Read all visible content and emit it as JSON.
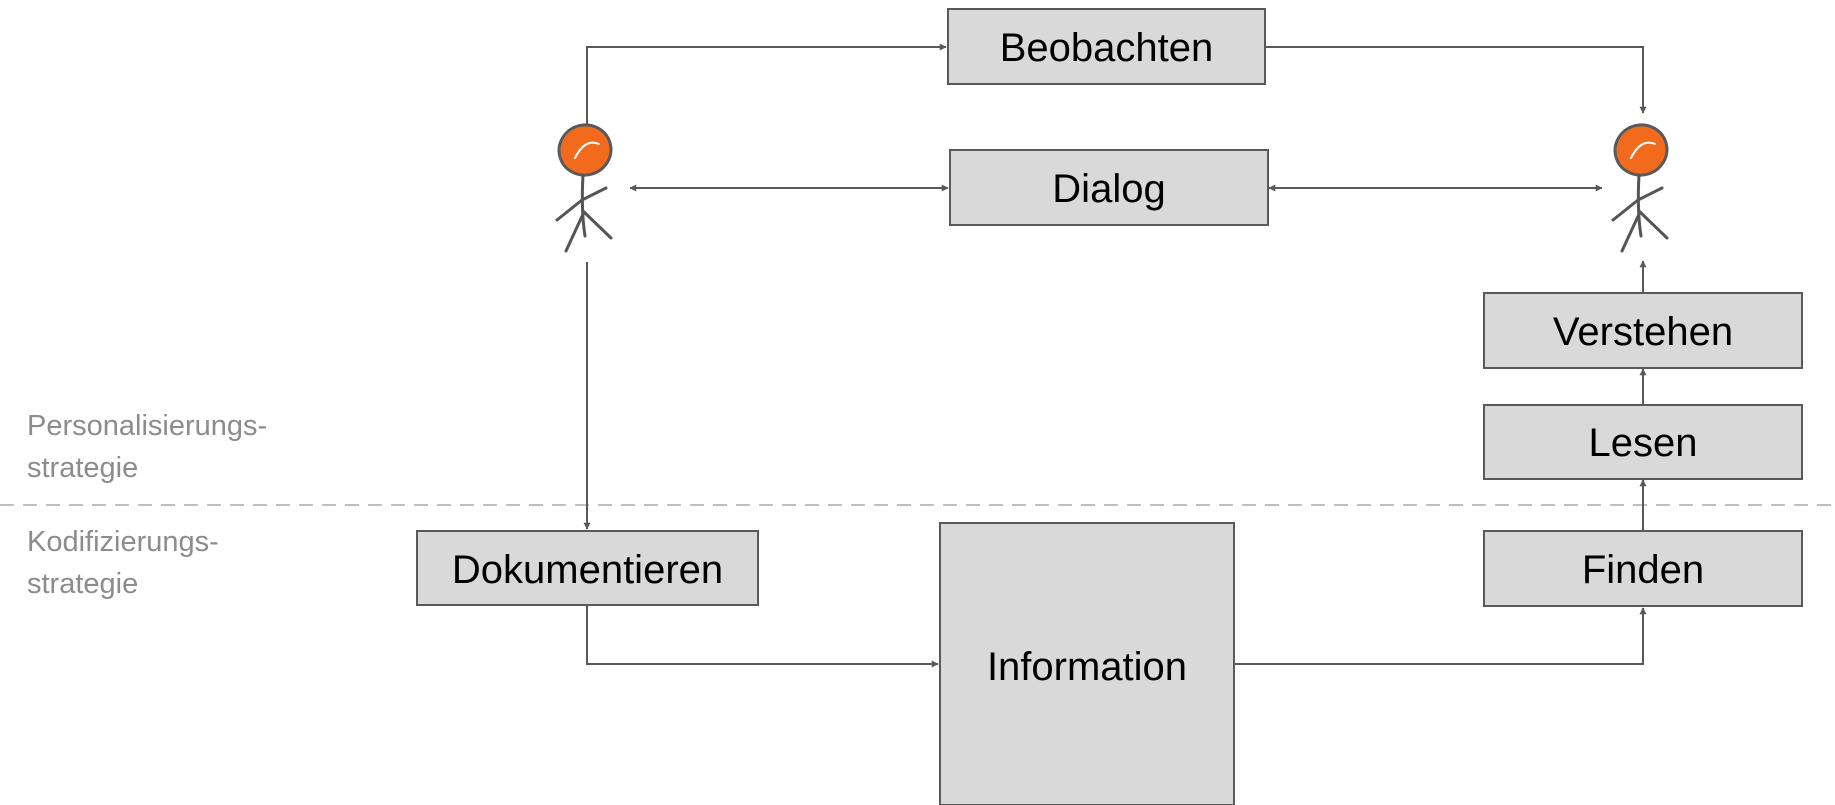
{
  "strategies": {
    "personalization": [
      "Personalisierungs-",
      "strategie"
    ],
    "codification": [
      "Kodifizierungs-",
      "strategie"
    ]
  },
  "boxes": {
    "observe": "Beobachten",
    "dialog": "Dialog",
    "understand": "Verstehen",
    "read": "Lesen",
    "find": "Finden",
    "document": "Dokumentieren",
    "information": "Information"
  },
  "colors": {
    "box_fill": "#d9d9d9",
    "box_stroke": "#595959",
    "person_head": "#f26b1d",
    "side_text": "#8c8c8c",
    "divider": "#bfbfbf"
  },
  "icons": {
    "sender": "stick-figure-person-icon",
    "receiver": "stick-figure-person-icon"
  }
}
